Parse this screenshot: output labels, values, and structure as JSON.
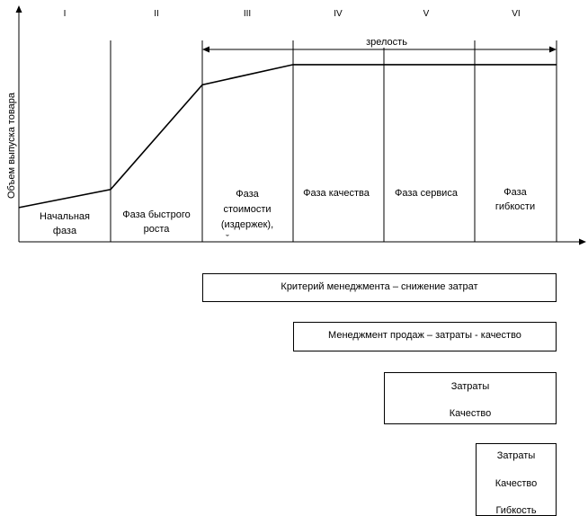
{
  "phases": {
    "numerals": [
      "I",
      "II",
      "III",
      "IV",
      "V",
      "VI"
    ],
    "labels": [
      [
        "Начальная",
        "фаза"
      ],
      [
        "Фаза быстрого",
        "роста"
      ],
      [
        "Фаза",
        "стоимости",
        "(издержек),",
        "ˇ"
      ],
      [
        "Фаза качества"
      ],
      [
        "Фаза сервиса"
      ],
      [
        "Фаза",
        "гибкости"
      ]
    ]
  },
  "y_axis_label": "Объем выпуска товара",
  "maturity_label": "зрелость",
  "chart_data": {
    "type": "line",
    "series": [
      {
        "values": [
          {
            "phase_boundary": 0,
            "volume": 0.17
          },
          {
            "phase_boundary": 1,
            "volume": 0.26
          },
          {
            "phase_boundary": 2,
            "volume": 0.78
          },
          {
            "phase_boundary": 3,
            "volume": 0.88
          },
          {
            "phase_boundary": 6,
            "volume": 0.88
          }
        ]
      }
    ],
    "ylabel": "Объем выпуска товара",
    "ylim": [
      0,
      1
    ],
    "xlim": [
      0,
      6
    ]
  },
  "criteria": {
    "box1": "Критерий менеджмента – снижение затрат",
    "box2": "Менеджмент продаж – затраты - качество",
    "box3": [
      "Затраты",
      "Качество"
    ],
    "box4": [
      "Затраты",
      "Качество",
      "Гибкость"
    ]
  }
}
